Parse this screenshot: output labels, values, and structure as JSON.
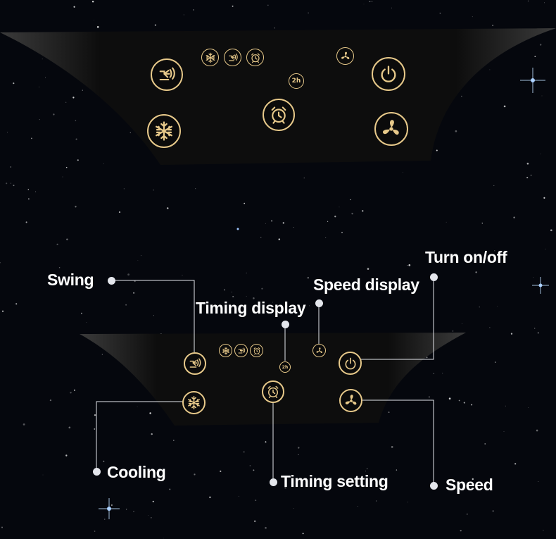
{
  "colors": {
    "background": "#05070d",
    "panel": "#050505",
    "icon_gold": "#e7c98a",
    "label_text": "#ffffff",
    "leader_line": "#e4e6ec"
  },
  "panel": {
    "timer_badge": "2h",
    "indicators": [
      "snowflake-icon",
      "swing-icon",
      "alarm-clock-icon",
      "fan-icon",
      "timer-badge"
    ],
    "buttons": [
      "swing-icon",
      "power-icon",
      "snowflake-icon",
      "alarm-clock-icon",
      "fan-icon"
    ]
  },
  "callouts": {
    "swing": "Swing",
    "turn_on_off": "Turn on/off",
    "speed_display": "Speed display",
    "timing_display": "Timing display",
    "cooling": "Cooling",
    "timing_setting": "Timing setting",
    "speed": "Speed"
  }
}
